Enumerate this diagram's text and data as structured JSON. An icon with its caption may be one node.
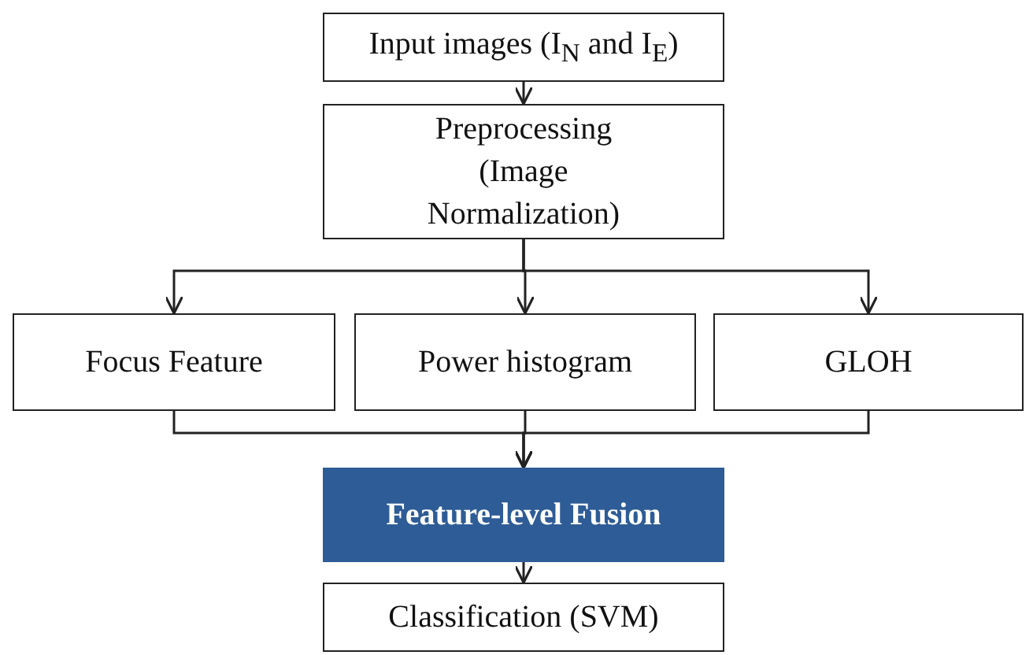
{
  "diagram": {
    "nodes": [
      {
        "text": [
          "Input images (I$_{N}$ and I$_{E}$)"
        ]
      },
      {
        "text": [
          "Preprocessing (Image Normalization)"
        ]
      },
      {
        "text": [
          "Focus Feature"
        ]
      },
      {
        "text": [
          "Power histogram"
        ]
      },
      {
        "text": [
          "GLOH"
        ]
      },
      {
        "text": [
          "Feature-level Fusion"
        ]
      },
      {
        "text": [
          "Classification (SVM)"
        ]
      }
    ],
    "edges": [
      {
        "from": 0,
        "to": 1,
        "arrow": "to"
      },
      {
        "from": 1,
        "to": 2,
        "arrow": "to"
      },
      {
        "from": 1,
        "to": 3,
        "arrow": "to"
      },
      {
        "from": 1,
        "to": 4,
        "arrow": "to"
      },
      {
        "from": 2,
        "to": 5,
        "arrow": "to"
      },
      {
        "from": 3,
        "to": 5,
        "arrow": "to"
      },
      {
        "from": 4,
        "to": 5,
        "arrow": "to"
      },
      {
        "from": 5,
        "to": 6,
        "arrow": "to"
      }
    ]
  }
}
